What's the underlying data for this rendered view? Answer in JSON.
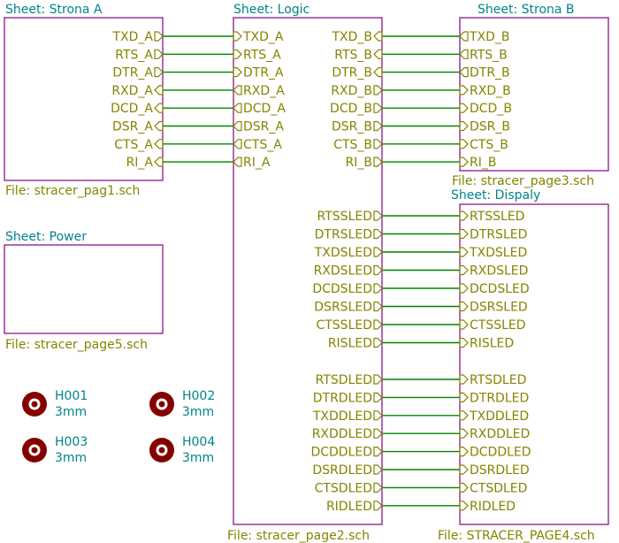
{
  "sheets": {
    "strona_a": {
      "title": "Sheet: Strona A",
      "file": "File: stracer_pag1.sch",
      "pins": [
        "TXD_A",
        "RTS_A",
        "DTR_A",
        "RXD_A",
        "DCD_A",
        "DSR_A",
        "CTS_A",
        "RI_A"
      ]
    },
    "logic": {
      "title": "Sheet: Logic",
      "file": "File: stracer_page2.sch",
      "left_pins": [
        "TXD_A",
        "RTS_A",
        "DTR_A",
        "RXD_A",
        "DCD_A",
        "DSR_A",
        "CTS_A",
        "RI_A"
      ],
      "right_pins_top": [
        "TXD_B",
        "RTS_B",
        "DTR_B",
        "RXD_B",
        "DCD_B",
        "DSR_B",
        "CTS_B",
        "RI_B"
      ],
      "right_pins_s": [
        "RTSSLED",
        "DTRSLED",
        "TXDSLED",
        "RXDSLED",
        "DCDSLED",
        "DSRSLED",
        "CTSSLED",
        "RISLED"
      ],
      "right_pins_d": [
        "RTSDLED",
        "DTRDLED",
        "TXDDLED",
        "RXDDLED",
        "DCDDLED",
        "DSRDLED",
        "CTSDLED",
        "RIDLED"
      ]
    },
    "strona_b": {
      "title": "Sheet: Strona B",
      "file": "File: stracer_page3.sch",
      "pins": [
        "TXD_B",
        "RTS_B",
        "DTR_B",
        "RXD_B",
        "DCD_B",
        "DSR_B",
        "CTS_B",
        "RI_B"
      ]
    },
    "power": {
      "title": "Sheet: Power",
      "file": "File: stracer_page5.sch"
    },
    "dispaly": {
      "title": "Sheet: Dispaly",
      "file": "File: STRACER_PAGE4.sch",
      "pins_s": [
        "RTSSLED",
        "DTRSLED",
        "TXDSLED",
        "RXDSLED",
        "DCDSLED",
        "DSRSLED",
        "CTSSLED",
        "RISLED"
      ],
      "pins_d": [
        "RTSDLED",
        "DTRDLED",
        "TXDDLED",
        "RXDDLED",
        "DCDDLED",
        "DSRDLED",
        "CTSDLED",
        "RIDLED"
      ]
    }
  },
  "holes": [
    {
      "ref": "H001",
      "value": "3mm"
    },
    {
      "ref": "H002",
      "value": "3mm"
    },
    {
      "ref": "H003",
      "value": "3mm"
    },
    {
      "ref": "H004",
      "value": "3mm"
    }
  ],
  "colors": {
    "sheet_border": "#840084",
    "wire": "#008400",
    "pin_text": "#848400",
    "title_text": "#00848a",
    "hole": "#840000"
  }
}
